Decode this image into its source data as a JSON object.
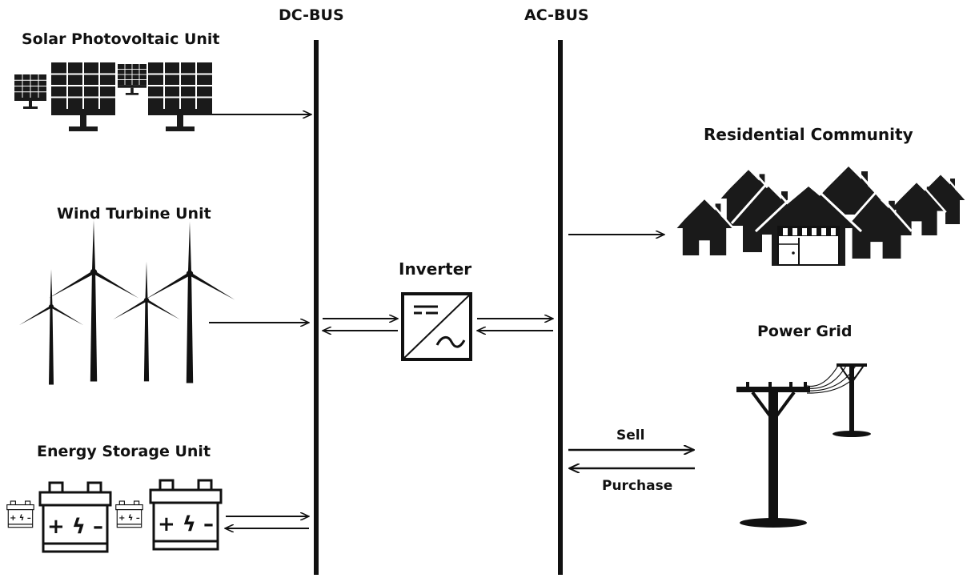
{
  "labels": {
    "solar": "Solar Photovoltaic Unit",
    "wind": "Wind Turbine Unit",
    "storage": "Energy Storage Unit",
    "dc_bus": "DC-BUS",
    "ac_bus": "AC-BUS",
    "inverter": "Inverter",
    "residential": "Residential Community",
    "power_grid": "Power Grid",
    "sell": "Sell",
    "purchase": "Purchase"
  },
  "colors": {
    "ink": "#111111",
    "background": "#ffffff"
  },
  "icons": [
    "solar-panel-icon",
    "wind-turbine-icon",
    "battery-icon",
    "inverter-icon",
    "house-icon",
    "power-pole-icon"
  ]
}
